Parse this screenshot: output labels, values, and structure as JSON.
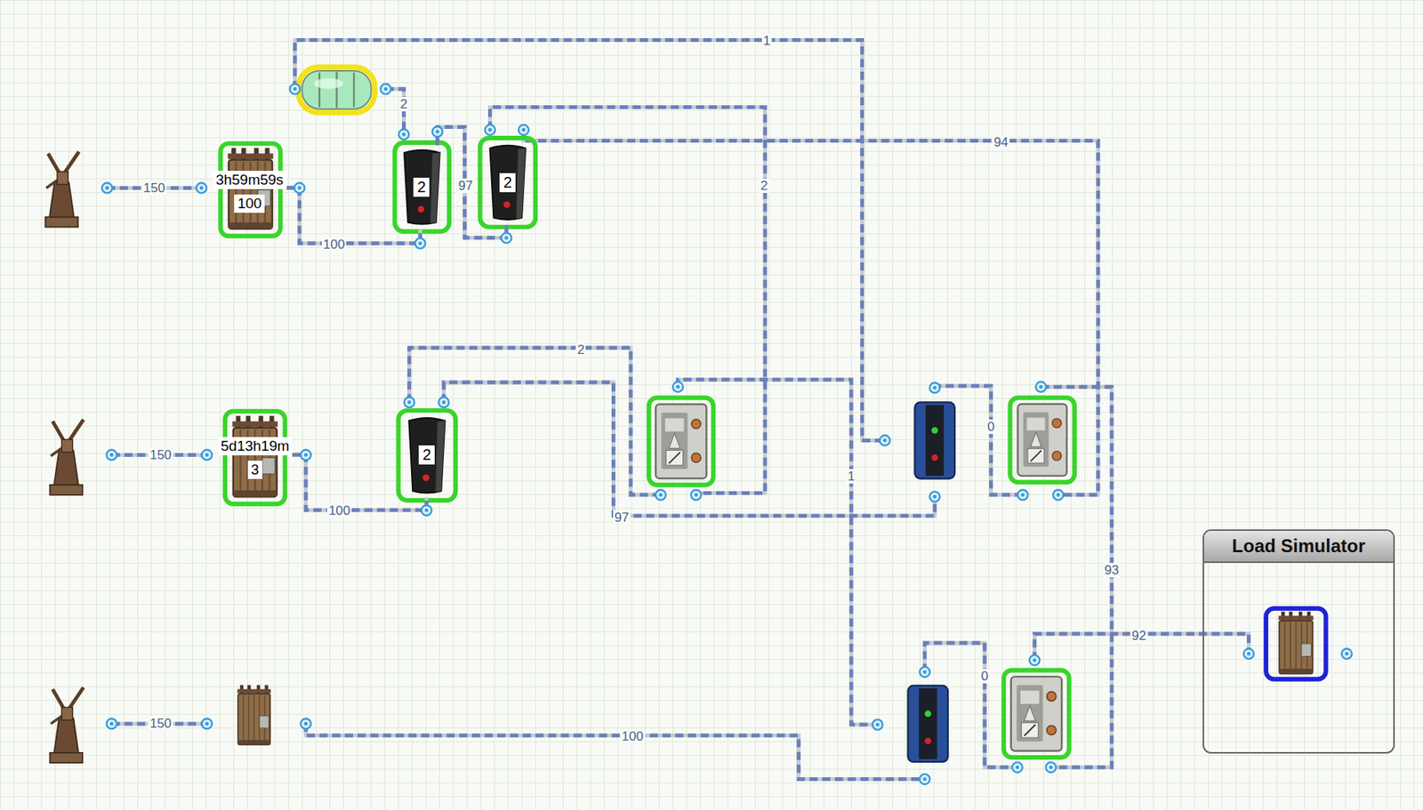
{
  "diagram": {
    "nodes": [
      {
        "text": [
          "3h59m59s",
          "100"
        ]
      },
      {
        "text": [
          "2"
        ]
      },
      {
        "text": [
          "2"
        ]
      },
      {
        "text": [
          "5d13h19m",
          "3"
        ]
      },
      {
        "text": [
          "2"
        ]
      },
      {
        "text": [
          "Load Simulator"
        ]
      }
    ],
    "edges": [
      {
        "from": 0,
        "to": 1,
        "arrow": "none",
        "label": "100"
      },
      {
        "from": 1,
        "to": 2,
        "arrow": "none",
        "label": "97"
      },
      {
        "from": 3,
        "to": 4,
        "arrow": "none",
        "label": "100"
      }
    ],
    "labels": [
      "1",
      "2",
      "150",
      "94",
      "2",
      "2",
      "150",
      "0",
      "1",
      "97",
      "93",
      "0",
      "92",
      "150",
      "100"
    ]
  }
}
